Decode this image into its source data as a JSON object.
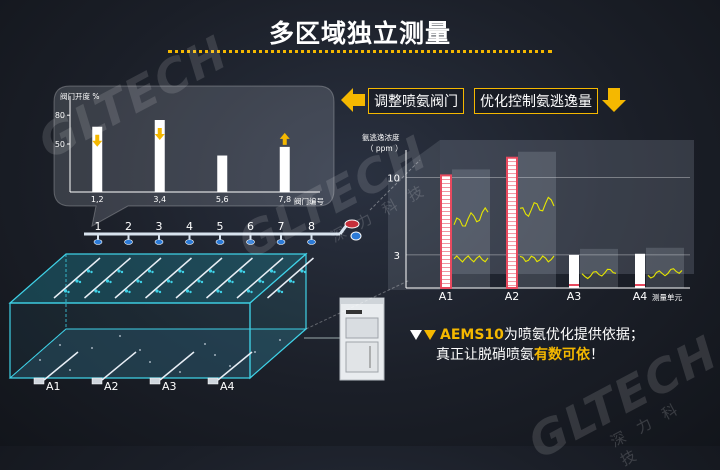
{
  "page": {
    "title": "多区域独立测量"
  },
  "actions": {
    "adjust_valve": "调整喷氨阀门",
    "optimize_slip": "优化控制氨逃逸量"
  },
  "note": {
    "line1_accent": "AEMS10",
    "line1_rest": "为喷氨优化提供依据；",
    "line2_prefix": "真正让脱硝喷氨",
    "line2_highlight": "有数可依",
    "line2_suffix": "！"
  },
  "valves": [
    "1",
    "2",
    "3",
    "4",
    "5",
    "6",
    "7",
    "8"
  ],
  "zones": [
    "A1",
    "A2",
    "A3",
    "A4"
  ],
  "colors": {
    "accent": "#f5b800",
    "cyan": "#3fd1e6",
    "alarm": "#e84a5f",
    "trend": "#e6e600"
  },
  "watermark": {
    "text": "GLTECH",
    "sub": "深力科技"
  },
  "chart_data": [
    {
      "type": "bar",
      "ylabel": "阀门开度 %",
      "xlabel": "阀门编号",
      "categories": [
        "1,2",
        "3,4",
        "5,6",
        "7,8"
      ],
      "values": [
        68,
        75,
        38,
        47
      ],
      "adjustment": [
        "down",
        "down",
        "none",
        "up"
      ],
      "yticks": [
        50,
        80
      ],
      "ylim": [
        0,
        100
      ]
    },
    {
      "type": "bar",
      "ylabel": "氨逃逸浓度",
      "ylabel_unit": "（ ppm ）",
      "xlabel": "测量单元",
      "categories": [
        "A1",
        "A2",
        "A3",
        "A4"
      ],
      "values": [
        10.2,
        11.8,
        3,
        3.1
      ],
      "yticks": [
        3,
        10
      ],
      "ylim": [
        0,
        12.5
      ],
      "alarm": [
        true,
        true,
        false,
        false
      ]
    }
  ]
}
